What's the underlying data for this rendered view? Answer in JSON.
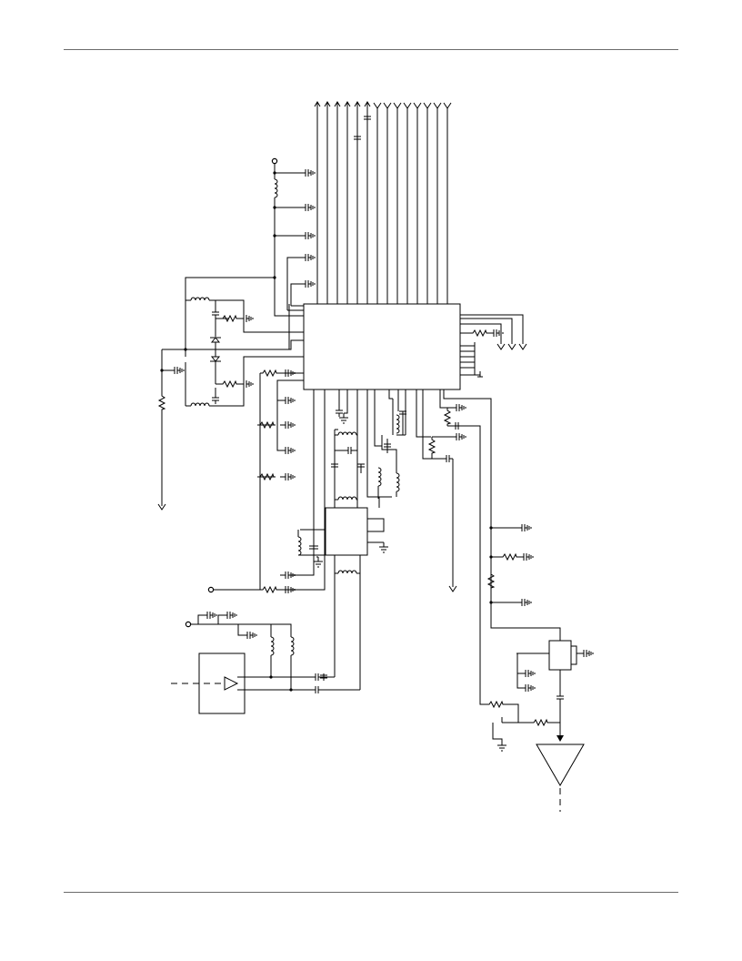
{
  "page": {
    "background": "#ffffff",
    "rule_color": "#6b6b6b",
    "ink_color": "#000000"
  },
  "schematic": {
    "description_text": [],
    "components": {
      "main_ic": "rectangle-block",
      "aux_ic": "rectangle-block",
      "regulator": "rectangle-block",
      "lna_module": "amplifier-block",
      "output_driver": "triangle-amplifier",
      "signal_lines_up": 6,
      "signal_lines_down": 7,
      "right_side_outputs": 3
    }
  }
}
